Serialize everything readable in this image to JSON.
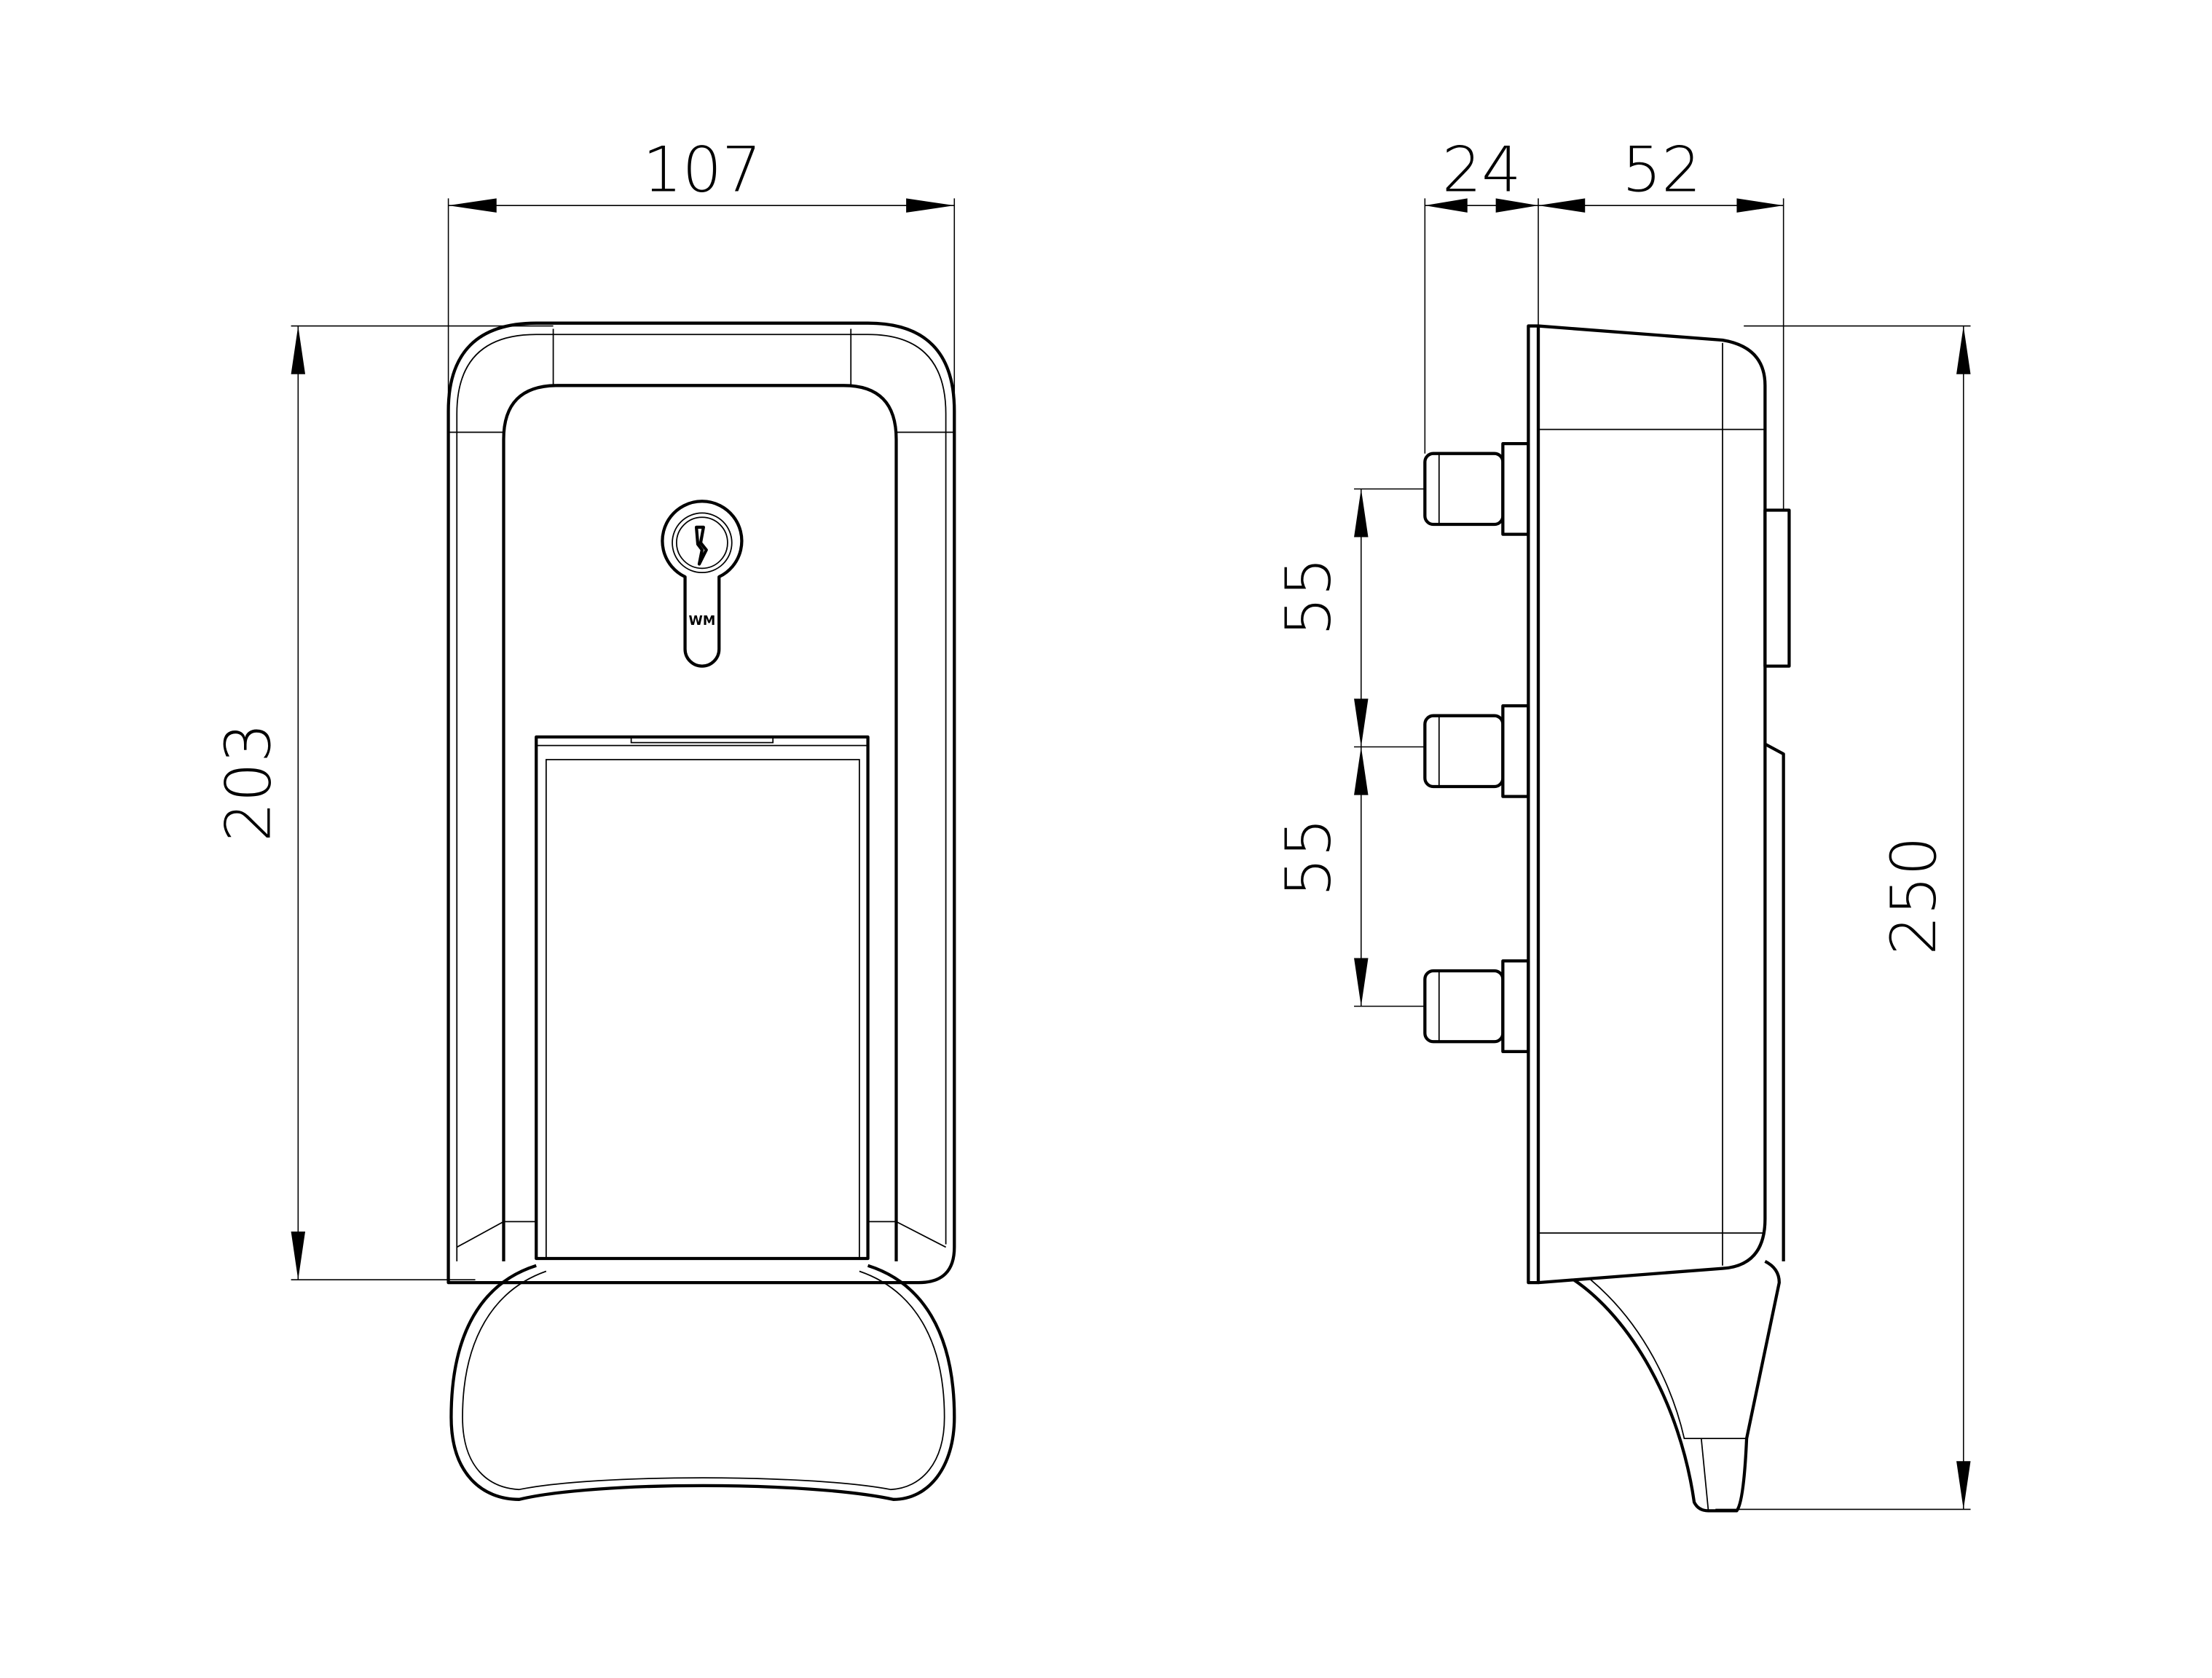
{
  "drawing": {
    "front_view": {
      "width_dimension": "107",
      "height_dimension": "203",
      "lock_marking": "WM"
    },
    "side_view": {
      "pin_length_dimension": "24",
      "depth_dimension": "52",
      "pin_spacing_upper": "55",
      "pin_spacing_lower": "55",
      "overall_height_dimension": "250"
    }
  }
}
